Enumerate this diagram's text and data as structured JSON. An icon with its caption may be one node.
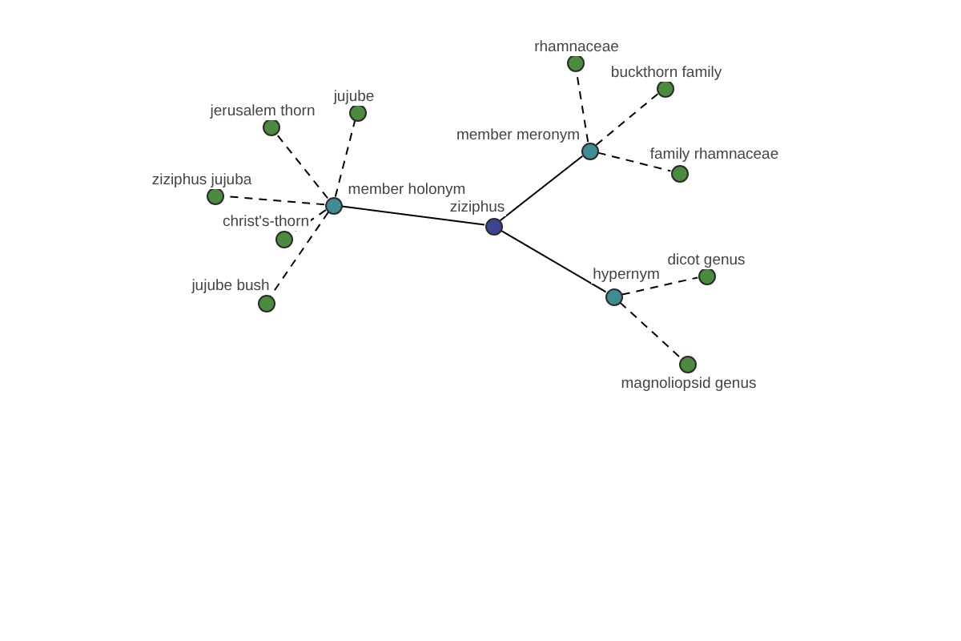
{
  "diagram": {
    "nodes": [
      {
        "text": [
          "ziziphus"
        ]
      },
      {
        "text": [
          "member holonym"
        ]
      },
      {
        "text": [
          "member meronym"
        ]
      },
      {
        "text": [
          "hypernym"
        ]
      },
      {
        "text": [
          "jerusalem thorn"
        ]
      },
      {
        "text": [
          "jujube"
        ]
      },
      {
        "text": [
          "ziziphus jujuba"
        ]
      },
      {
        "text": [
          "christ's-thorn"
        ]
      },
      {
        "text": [
          "jujube bush"
        ]
      },
      {
        "text": [
          "rhamnaceae"
        ]
      },
      {
        "text": [
          "buckthorn family"
        ]
      },
      {
        "text": [
          "family rhamnaceae"
        ]
      },
      {
        "text": [
          "dicot genus"
        ]
      },
      {
        "text": [
          "magnoliopsid genus"
        ]
      }
    ],
    "edges": [
      {
        "from": 0,
        "to": 1,
        "arrow": "none"
      },
      {
        "from": 0,
        "to": 2,
        "arrow": "none"
      },
      {
        "from": 0,
        "to": 3,
        "arrow": "none"
      },
      {
        "from": 1,
        "to": 4,
        "arrow": "none",
        "style": "dashed"
      },
      {
        "from": 1,
        "to": 5,
        "arrow": "none",
        "style": "dashed"
      },
      {
        "from": 1,
        "to": 6,
        "arrow": "none",
        "style": "dashed"
      },
      {
        "from": 1,
        "to": 7,
        "arrow": "none",
        "style": "dashed"
      },
      {
        "from": 1,
        "to": 8,
        "arrow": "none",
        "style": "dashed"
      },
      {
        "from": 2,
        "to": 9,
        "arrow": "none",
        "style": "dashed"
      },
      {
        "from": 2,
        "to": 10,
        "arrow": "none",
        "style": "dashed"
      },
      {
        "from": 2,
        "to": 11,
        "arrow": "none",
        "style": "dashed"
      },
      {
        "from": 3,
        "to": 12,
        "arrow": "none",
        "style": "dashed"
      },
      {
        "from": 3,
        "to": 13,
        "arrow": "none",
        "style": "dashed"
      }
    ]
  }
}
